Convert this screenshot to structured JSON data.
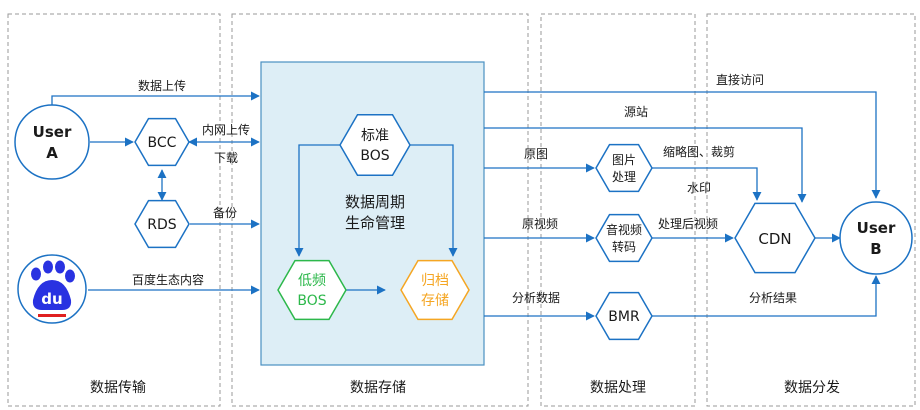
{
  "sections": {
    "transfer": "数据传输",
    "storage": "数据存储",
    "processing": "数据处理",
    "distribution": "数据分发"
  },
  "nodes": {
    "user_a": [
      "User",
      "A"
    ],
    "bcc": "BCC",
    "rds": "RDS",
    "std_bos": [
      "标准",
      "BOS"
    ],
    "lifecycle": [
      "数据周期",
      "生命管理"
    ],
    "low_bos": [
      "低频",
      "BOS"
    ],
    "archive": [
      "归档",
      "存储"
    ],
    "image_proc": [
      "图片",
      "处理"
    ],
    "video_trans": [
      "音视频",
      "转码"
    ],
    "bmr": "BMR",
    "cdn": "CDN",
    "user_b": [
      "User",
      "B"
    ]
  },
  "edges": {
    "upload": "数据上传",
    "intranet_upload": "内网上传",
    "download": "下载",
    "backup": "备份",
    "baidu_content": "百度生态内容",
    "direct_access": "直接访问",
    "origin": "源站",
    "original_image": "原图",
    "thumb_crop": "缩略图、裁剪",
    "watermark": "水印",
    "original_video": "原视频",
    "processed_video": "处理后视频",
    "analysis_data": "分析数据",
    "analysis_result": "分析结果"
  },
  "logo": {
    "text": "du",
    "color": "#2932e1",
    "accent": "#e02020"
  },
  "colors": {
    "primary": "#1c72c4",
    "storage_fill": "#ddeef6",
    "low_freq": "#2db84b",
    "archive": "#f5a623"
  }
}
